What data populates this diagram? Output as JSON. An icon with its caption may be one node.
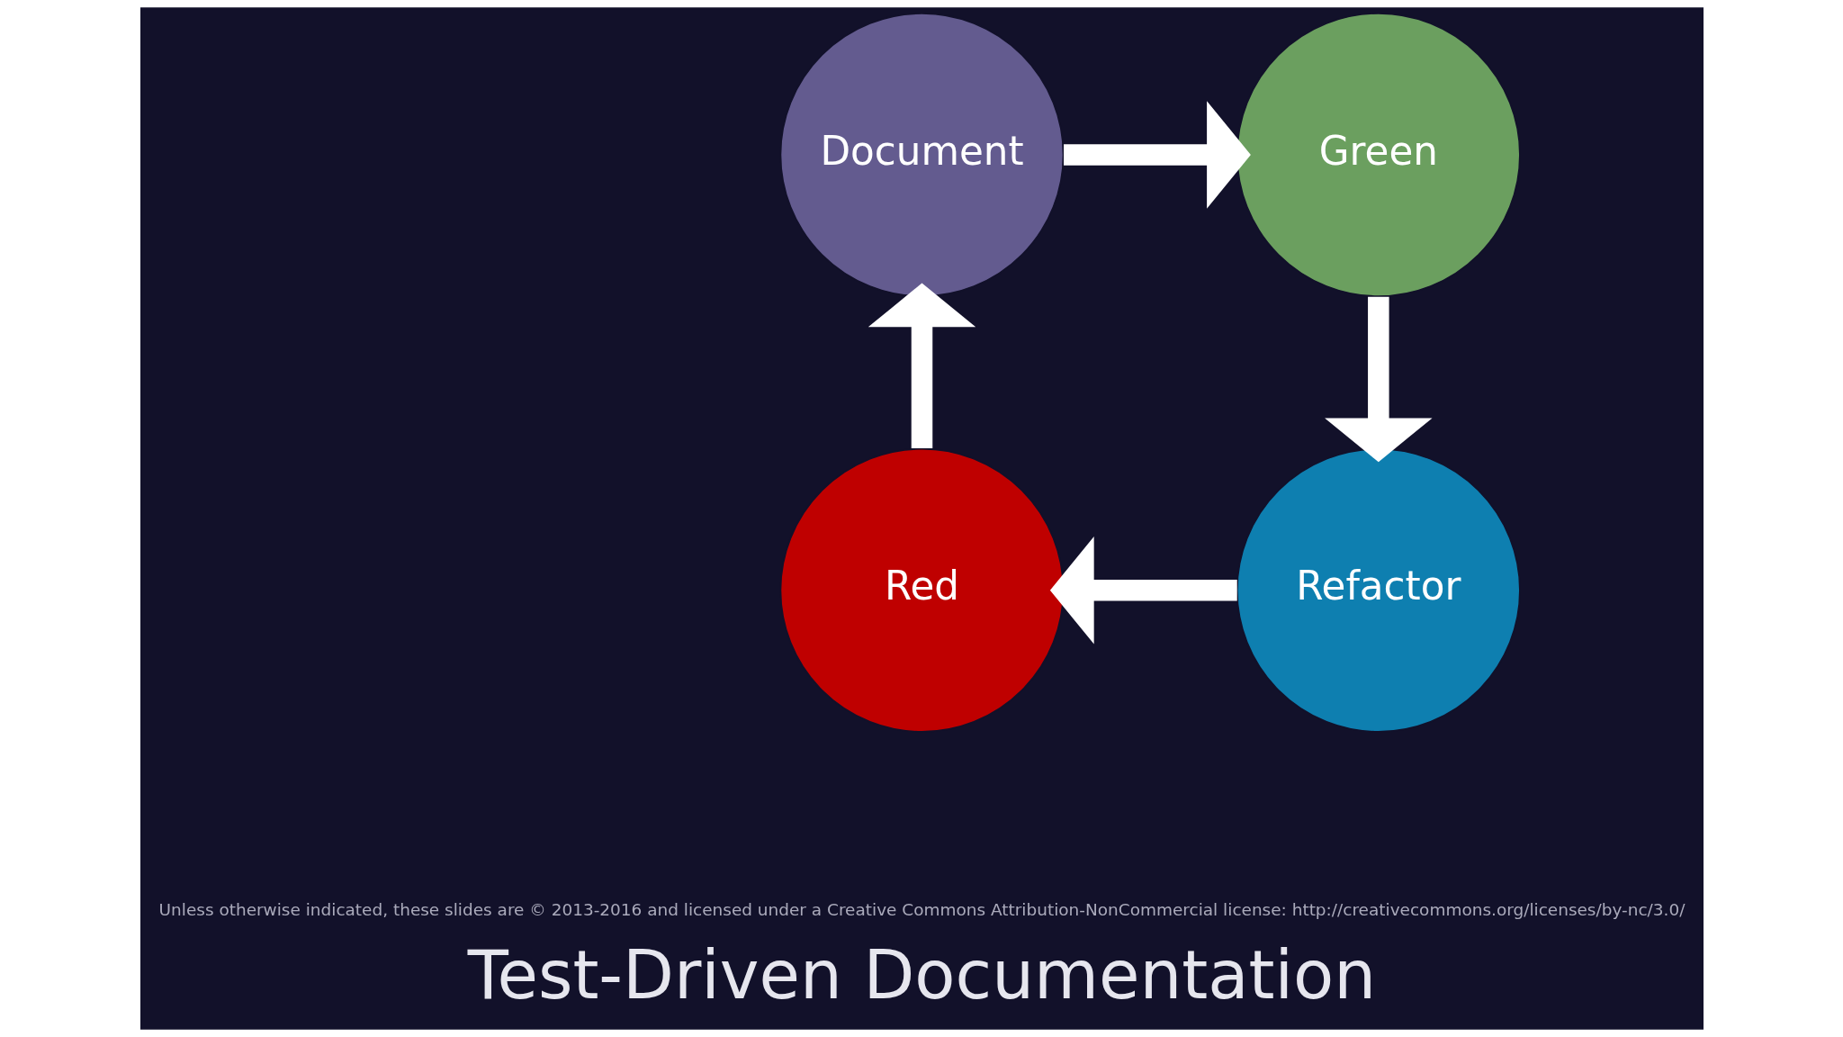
{
  "diagram": {
    "title": "Test-Driven Documentation",
    "nodes": [
      {
        "text": [
          "Document"
        ]
      },
      {
        "text": [
          "Green"
        ]
      },
      {
        "text": [
          "Refactor"
        ]
      },
      {
        "text": [
          "Red"
        ]
      }
    ],
    "edges": [
      {
        "from": 0,
        "to": 1,
        "arrow": "to"
      },
      {
        "from": 1,
        "to": 2,
        "arrow": "to"
      },
      {
        "from": 2,
        "to": 3,
        "arrow": "to"
      },
      {
        "from": 3,
        "to": 0,
        "arrow": "to"
      }
    ],
    "labels": [
      "Unless otherwise indicated, these slides are © 2013-2016 and licensed under a Creative Commons Attribution-NonCommercial license: http://creativecommons.org/licenses/by-nc/3.0/"
    ]
  }
}
